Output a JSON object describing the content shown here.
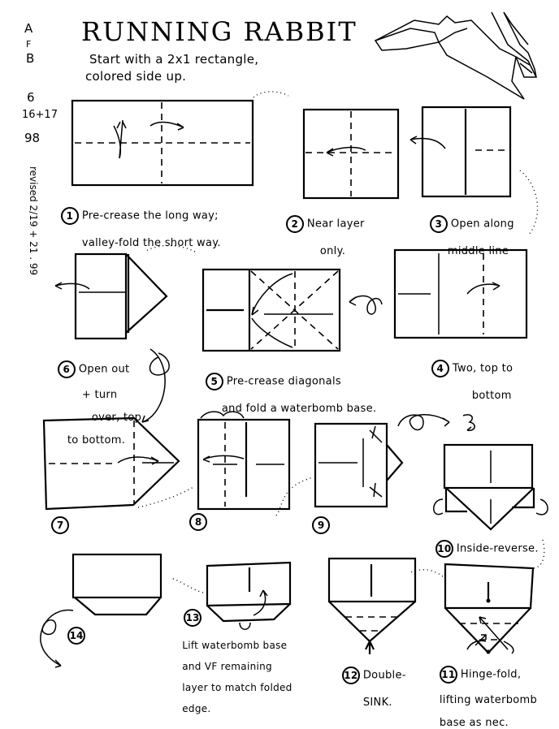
{
  "header": {
    "title": "RUNNING RABBIT",
    "subtitle_line1": "Start with a 2x1 rectangle,",
    "subtitle_line2": "colored side up."
  },
  "margin_notes": {
    "letters": [
      "A",
      "F",
      "B"
    ],
    "numbers": [
      "6",
      "16+17",
      "98"
    ],
    "revised": "revised 2/19 + 21 . 99"
  },
  "steps": [
    {
      "number": "1",
      "line1": "Pre-crease the long way;",
      "line2": "valley-fold the short way."
    },
    {
      "number": "2",
      "line1": "Near layer",
      "line2": "only."
    },
    {
      "number": "3",
      "line1": "Open along",
      "line2": "middle line"
    },
    {
      "number": "4",
      "line1": "Two, top to",
      "line2": "bottom"
    },
    {
      "number": "5",
      "line1": "Pre-crease diagonals",
      "line2": "and fold a waterbomb base."
    },
    {
      "number": "6",
      "line1": "Open out",
      "line2": "+ turn",
      "line3": "over, top",
      "line4": "to bottom."
    },
    {
      "number": "7"
    },
    {
      "number": "8"
    },
    {
      "number": "9"
    },
    {
      "number": "10",
      "line1": "Inside-reverse."
    },
    {
      "number": "11",
      "line1": "Hinge-fold,",
      "line2": "lifting waterbomb",
      "line3": "base as nec."
    },
    {
      "number": "12",
      "line1": "Double-",
      "line2": "SINK."
    },
    {
      "number": "13",
      "line1": "Lift waterbomb base",
      "line2": "and VF remaining",
      "line3": "layer to match folded",
      "line4": "edge."
    },
    {
      "number": "14"
    }
  ],
  "icons": {
    "rabbit": "running-rabbit-illustration",
    "turn_over": "turn-over-loop-arrow",
    "rotate": "rotate-arrow"
  }
}
